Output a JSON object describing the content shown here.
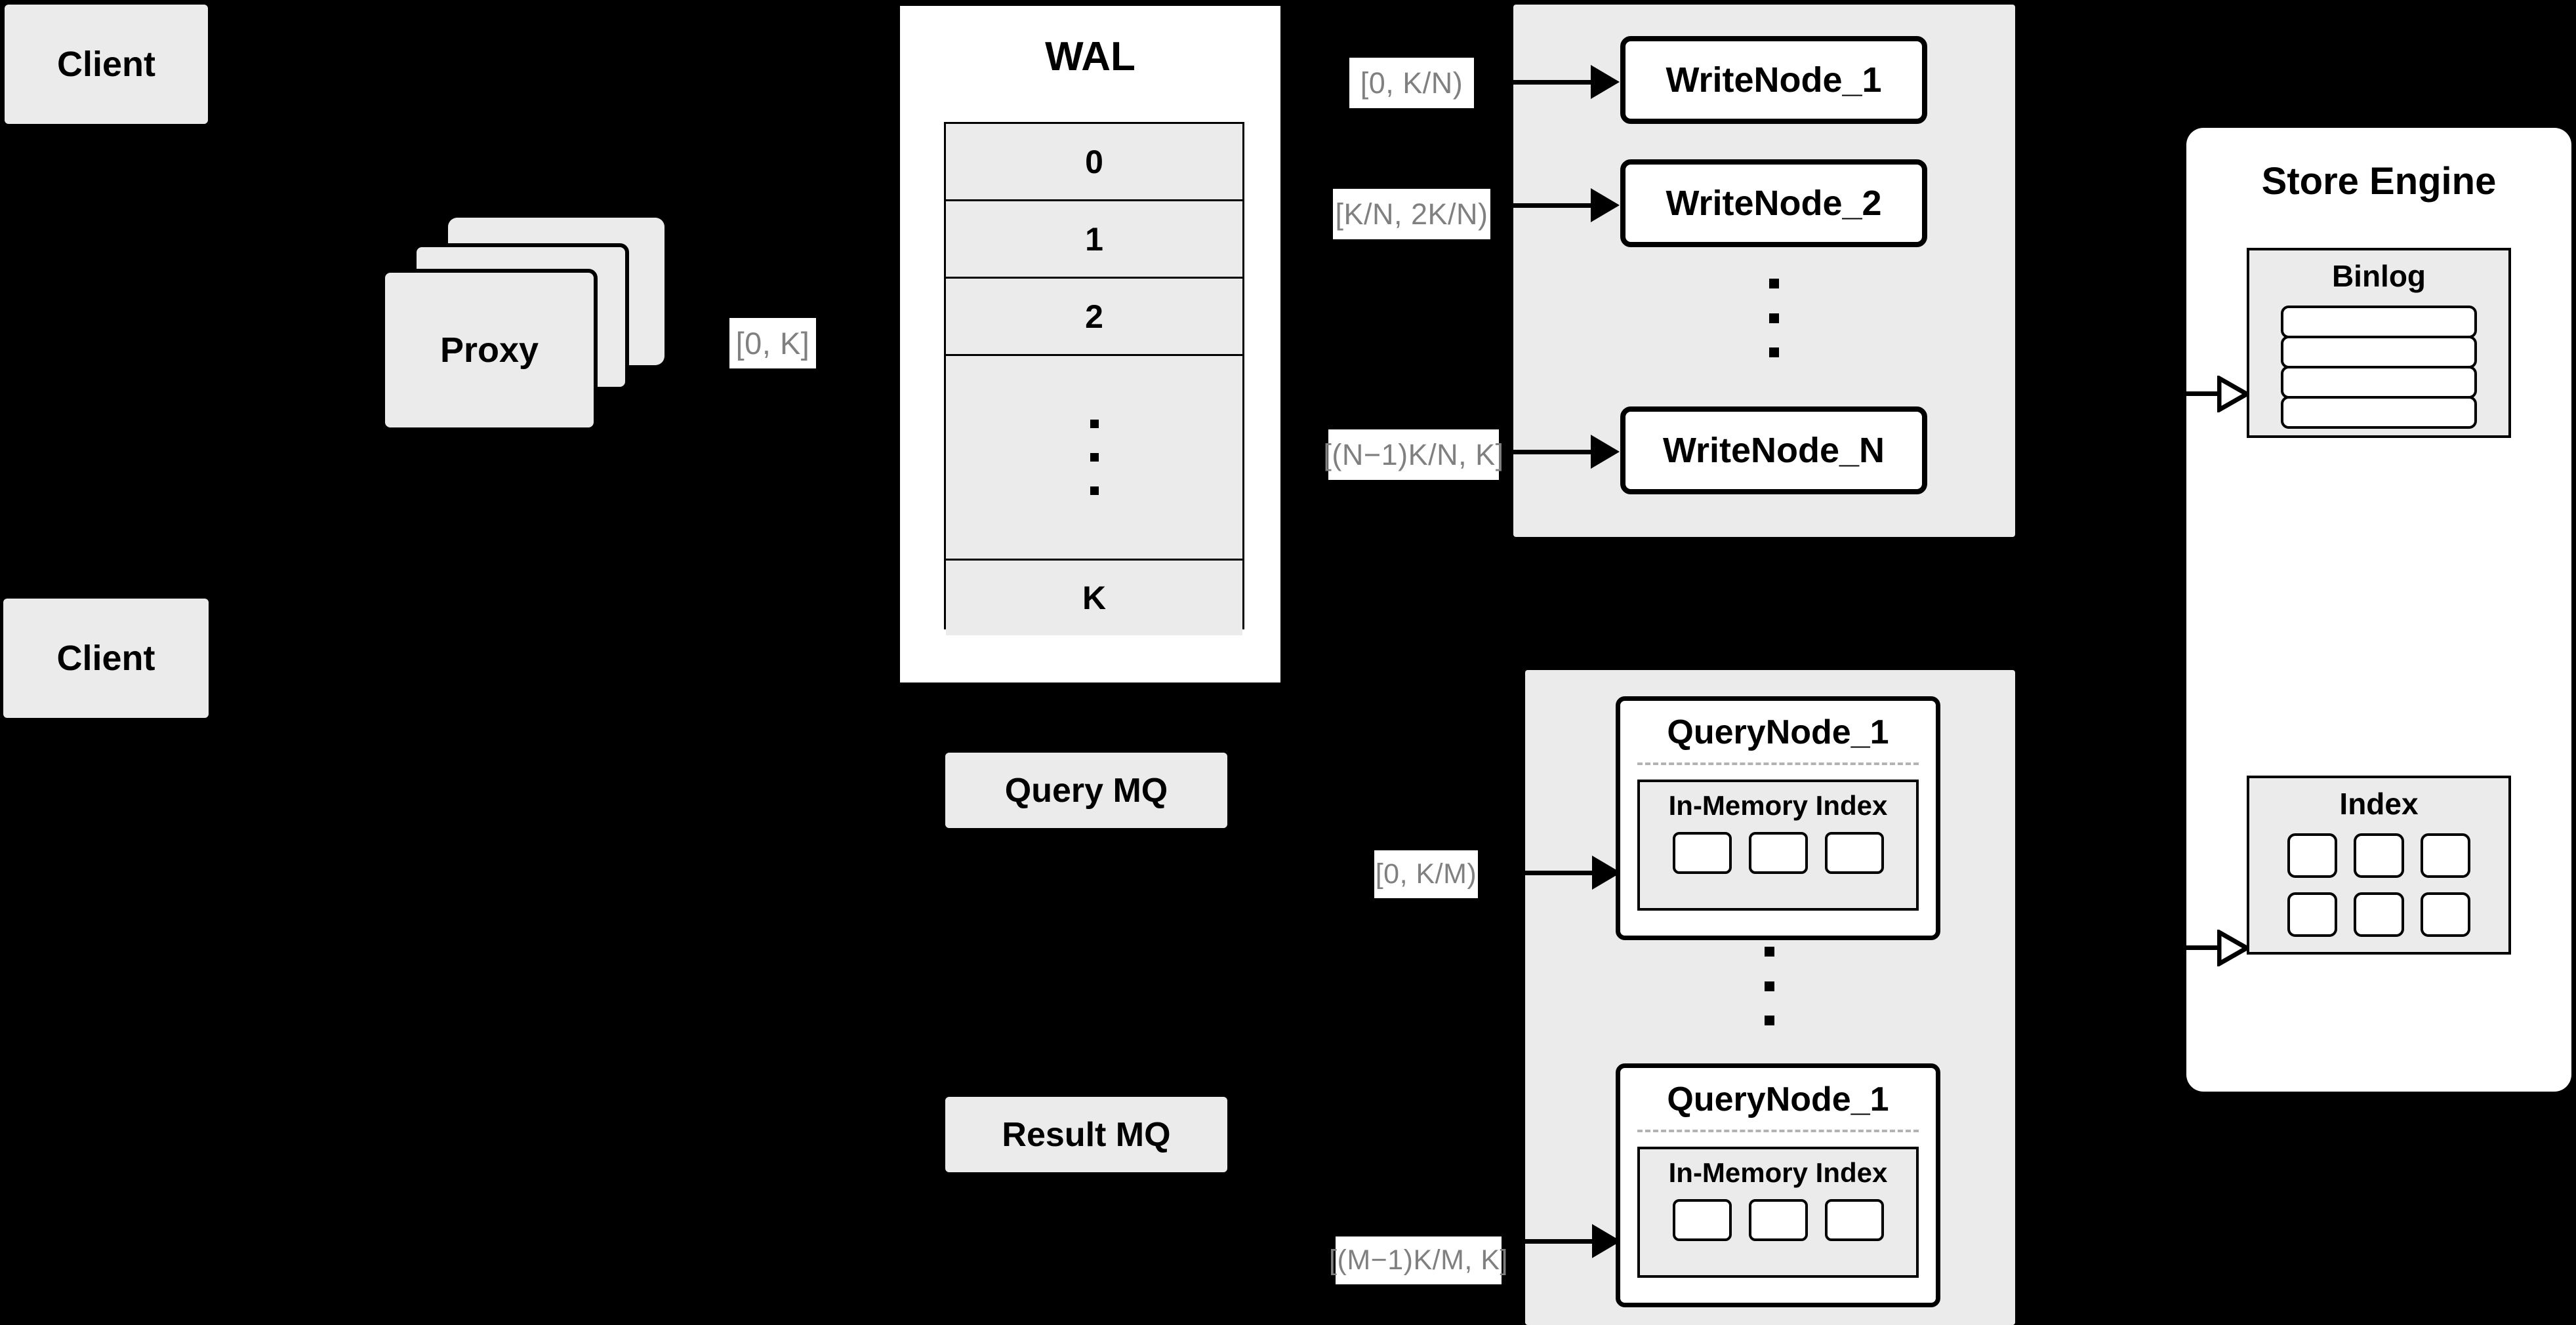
{
  "diagram": {
    "background_color": "#000000",
    "node_fill": "#ebebeb",
    "panel_fill": "#ffffff",
    "stroke_color": "#000000",
    "label_text_color": "#808080"
  },
  "clients": [
    {
      "label": "Client"
    },
    {
      "label": "Client"
    }
  ],
  "proxy": {
    "label": "Proxy",
    "stack_count": 3
  },
  "proxy_range_label": "[0, K]",
  "wal": {
    "title": "WAL",
    "rows": [
      "0",
      "1",
      "2",
      "···",
      "K"
    ],
    "dots_row_index": 3
  },
  "write_cluster": {
    "nodes": [
      {
        "label": "WriteNode_1",
        "range": "[0,  K/N)"
      },
      {
        "label": "WriteNode_2",
        "range": "[K/N, 2K/N)"
      },
      {
        "label": "WriteNode_N",
        "range": "[(N−1)K/N,  K]"
      }
    ],
    "ellipsis": "···"
  },
  "query_cluster": {
    "nodes": [
      {
        "label": "QueryNode_1",
        "range": "[0, K/M)",
        "index_title": "In-Memory Index",
        "index_cells": 3
      },
      {
        "label": "QueryNode_1",
        "range": "[(M−1)K/M, K]",
        "index_title": "In-Memory Index",
        "index_cells": 3
      }
    ],
    "ellipsis": "···"
  },
  "message_queues": [
    {
      "label": "Query MQ"
    },
    {
      "label": "Result MQ"
    }
  ],
  "store_engine": {
    "title": "Store Engine",
    "binlog": {
      "title": "Binlog",
      "row_count": 4
    },
    "index": {
      "title": "Index",
      "rows": 2,
      "cols": 3
    }
  }
}
